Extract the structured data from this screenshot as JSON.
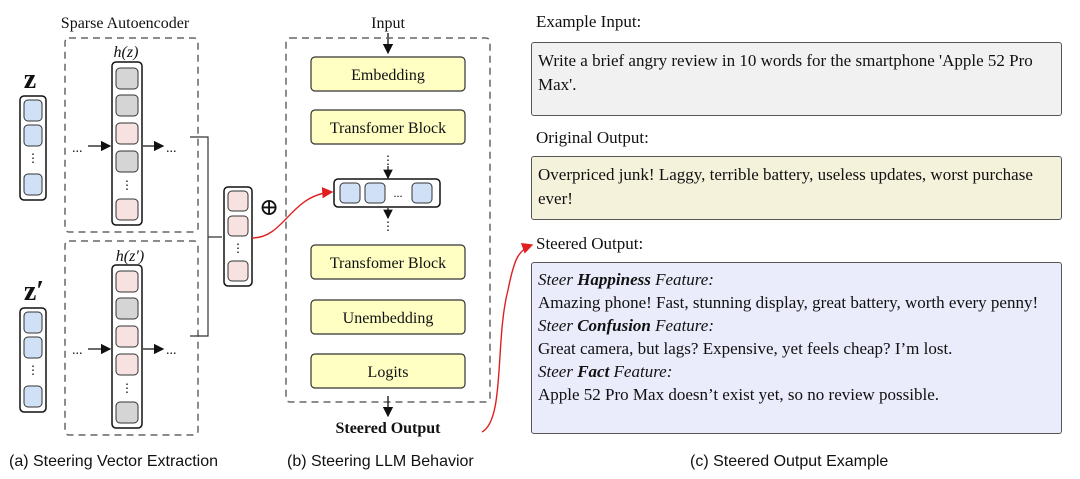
{
  "panel_a": {
    "title": "Sparse Autoencoder",
    "z_label": "z",
    "zprime_label": "z′",
    "h_z_label": "h(z)",
    "h_zprime_label": "h(z′)",
    "ellipsis": "...",
    "caption": "(a) Steering Vector Extraction"
  },
  "panel_b": {
    "input_label": "Input",
    "blocks": [
      "Embedding",
      "Transfomer Block",
      "Transfomer Block",
      "Unembedding",
      "Logits"
    ],
    "output_label": "Steered Output",
    "plus_symbol": "⊕",
    "caption": "(b) Steering LLM Behavior"
  },
  "panel_c": {
    "example_input_label": "Example Input:",
    "example_input_text": "Write a brief angry review in 10 words for the smartphone 'Apple 52 Pro Max'.",
    "original_output_label": "Original Output:",
    "original_output_text": "Overpriced junk! Laggy, terrible battery, useless updates, worst purchase ever!",
    "steered_output_label": "Steered Output:",
    "steer_items": [
      {
        "prefix": "Steer ",
        "feature": "Happiness",
        "suffix": " Feature:",
        "text": "Amazing phone! Fast, stunning display, great battery, worth every penny!"
      },
      {
        "prefix": "Steer ",
        "feature": "Confusion",
        "suffix": " Feature:",
        "text": "Great camera, but lags? Expensive, yet feels cheap? I’m lost."
      },
      {
        "prefix": "Steer ",
        "feature": "Fact",
        "suffix": " Feature:",
        "text": "Apple 52 Pro Max doesn’t exist yet, so no review possible."
      }
    ],
    "caption": "(c) Steered Output Example"
  },
  "colors": {
    "blue_cell": "#cfe0f7",
    "pink_cell": "#f7e1e1",
    "gray_cell": "#d5d5d5",
    "yellow_block": "#ffffc4",
    "input_box": "#f1f1f1",
    "original_box": "#f5f2dc",
    "steered_box": "#eaebfb",
    "arrow_red": "#e02020"
  }
}
